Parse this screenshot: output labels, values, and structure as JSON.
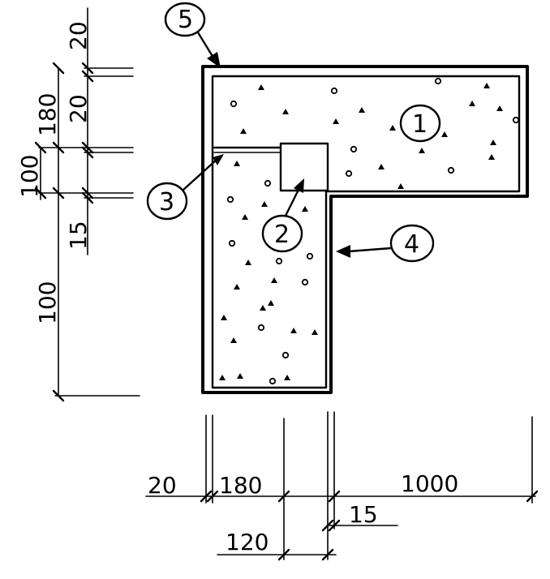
{
  "callouts": [
    {
      "id": "c1",
      "label": "1"
    },
    {
      "id": "c2",
      "label": "2"
    },
    {
      "id": "c3",
      "label": "3"
    },
    {
      "id": "c4",
      "label": "4"
    },
    {
      "id": "c5",
      "label": "5"
    }
  ],
  "dimensions": {
    "left": {
      "d20_top": "20",
      "d180": "180",
      "d20_inner": "20",
      "d100_small": "100",
      "d15": "15",
      "d100_tall": "100"
    },
    "bottom": {
      "d20": "20",
      "d180": "180",
      "d1000": "1000",
      "d15": "15",
      "d120": "120"
    }
  },
  "colors": {
    "ink": "#000000",
    "paper": "#ffffff"
  }
}
